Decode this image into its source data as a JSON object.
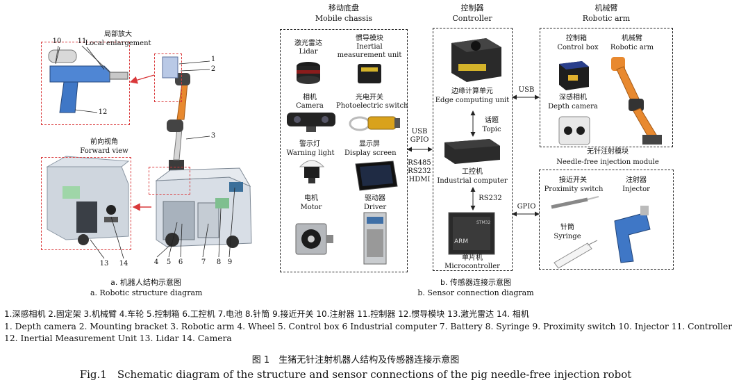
{
  "left": {
    "local_cn": "局部放大",
    "local_en": "Local enlargement",
    "forward_cn": "前向视角",
    "forward_en": "Forward view",
    "callouts": [
      "1",
      "2",
      "3",
      "4",
      "5",
      "6",
      "7",
      "8",
      "9",
      "10",
      "11",
      "12",
      "13",
      "14"
    ],
    "caption_cn": "a. 机器人结构示意图",
    "caption_en": "a. Robotic structure diagram"
  },
  "mobile": {
    "title_cn": "移动底盘",
    "title_en": "Mobile chassis",
    "lidar_cn": "激光雷达",
    "lidar_en": "Lidar",
    "imu_cn": "惯导模块",
    "imu_en1": "Inertial",
    "imu_en2": "measurement unit",
    "camera_cn": "相机",
    "camera_en": "Camera",
    "photo_cn": "光电开关",
    "photo_en": "Photoelectric switch",
    "warn_cn": "警示灯",
    "warn_en": "Warning light",
    "display_cn": "显示屏",
    "display_en": "Display screen",
    "motor_cn": "电机",
    "motor_en": "Motor",
    "driver_cn": "驱动器",
    "driver_en": "Driver"
  },
  "links": {
    "usb_gpio_1": "USB",
    "usb_gpio_2": "GPIO",
    "rs485": "RS485",
    "rs232": "RS232",
    "hdmi": "HDMI",
    "usb_right": "USB",
    "gpio_right": "GPIO",
    "rs232_mid": "RS232"
  },
  "controller": {
    "title_cn": "控制器",
    "title_en": "Controller",
    "edge_cn": "边缘计算单元",
    "edge_en": "Edge computing unit",
    "topic_cn": "话题",
    "topic_en": "Topic",
    "ipc_cn": "工控机",
    "ipc_en": "Industrial computer",
    "mcu_cn": "单片机",
    "mcu_en": "Microcontroller",
    "caption_cn": "b. 传感器连接示意图",
    "caption_en": "b. Sensor connection diagram"
  },
  "arm": {
    "title_cn": "机械臂",
    "title_en": "Robotic arm",
    "cbox_cn": "控制箱",
    "cbox_en": "Control box",
    "arm_cn": "机械臂",
    "arm_en": "Robotic arm",
    "depth_cn": "深感相机",
    "depth_en": "Depth camera",
    "needle_cn": "无针注射模块",
    "needle_en": "Needle-free injection module",
    "prox_cn": "接近开关",
    "prox_en": "Proximity switch",
    "injector_cn": "注射器",
    "injector_en": "Injector",
    "syringe_cn": "针筒",
    "syringe_en": "Syringe"
  },
  "legend": {
    "cn": "1.深感相机 2.固定架 3.机械臂 4.车轮 5.控制箱 6.工控机 7.电池 8.针筒 9.接近开关 10.注射器 11.控制器 12.惯导模块 13.激光雷达 14. 相机",
    "en1": "1. Depth camera 2. Mounting bracket 3. Robotic arm 4. Wheel 5. Control box 6 Industrial computer 7. Battery 8. Syringe 9. Proximity switch 10. Injector 11. Controller",
    "en2": "12. Inertial Measurement Unit 13. Lidar 14. Camera"
  },
  "figure": {
    "cn": "图 1　生猪无针注射机器人结构及传感器连接示意图",
    "en": "Fig.1　Schematic diagram of the structure and sensor connections of the pig needle-free injection robot"
  }
}
